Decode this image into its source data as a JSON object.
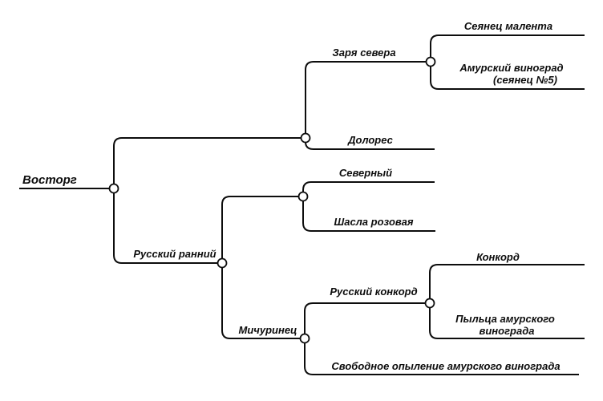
{
  "diagram": {
    "type": "pedigree-tree",
    "subject": "grape variety parentage",
    "colors": {
      "background": "#ffffff",
      "line": "#0d0d0d",
      "text": "#0d0d0d",
      "junction_fill": "#ffffff"
    },
    "labels": {
      "vostorg": "Восторг",
      "zarya_severa": "Заря севера",
      "seyanets_malenta": "Сеянец малента",
      "amursky_line1": "Амурский виноград",
      "amursky_line2": "(сеянец №5)",
      "dolores": "Долорес",
      "severny": "Северный",
      "shasla_rozovaya": "Шасла розовая",
      "russky_ranny": "Русский ранний",
      "michurinets": "Мичуринец",
      "russky_konkord": "Русский конкорд",
      "konkord": "Конкорд",
      "pyltsa_line1": "Пыльца амурского",
      "pyltsa_line2": "винограда",
      "svobodnoe_opylenie": "Свободное опыление амурского винограда"
    },
    "tree": {
      "name": "Восторг",
      "parents": [
        {
          "name": "",
          "cross_junction": true,
          "parents": [
            {
              "name": "Заря севера",
              "parents": [
                {
                  "name": "Сеянец малента"
                },
                {
                  "name": "Амурский виноград (сеянец №5)"
                }
              ]
            },
            {
              "name": "Долорес"
            }
          ]
        },
        {
          "name": "Русский ранний",
          "parents": [
            {
              "name": "",
              "cross_junction": true,
              "parents": [
                {
                  "name": "Северный"
                },
                {
                  "name": "Шасла розовая"
                }
              ]
            },
            {
              "name": "Мичуринец",
              "parents": [
                {
                  "name": "Русский конкорд",
                  "parents": [
                    {
                      "name": "Конкорд"
                    },
                    {
                      "name": "Пыльца амурского винограда"
                    }
                  ]
                },
                {
                  "name": "Свободное опыление амурского винограда"
                }
              ]
            }
          ]
        }
      ]
    }
  }
}
